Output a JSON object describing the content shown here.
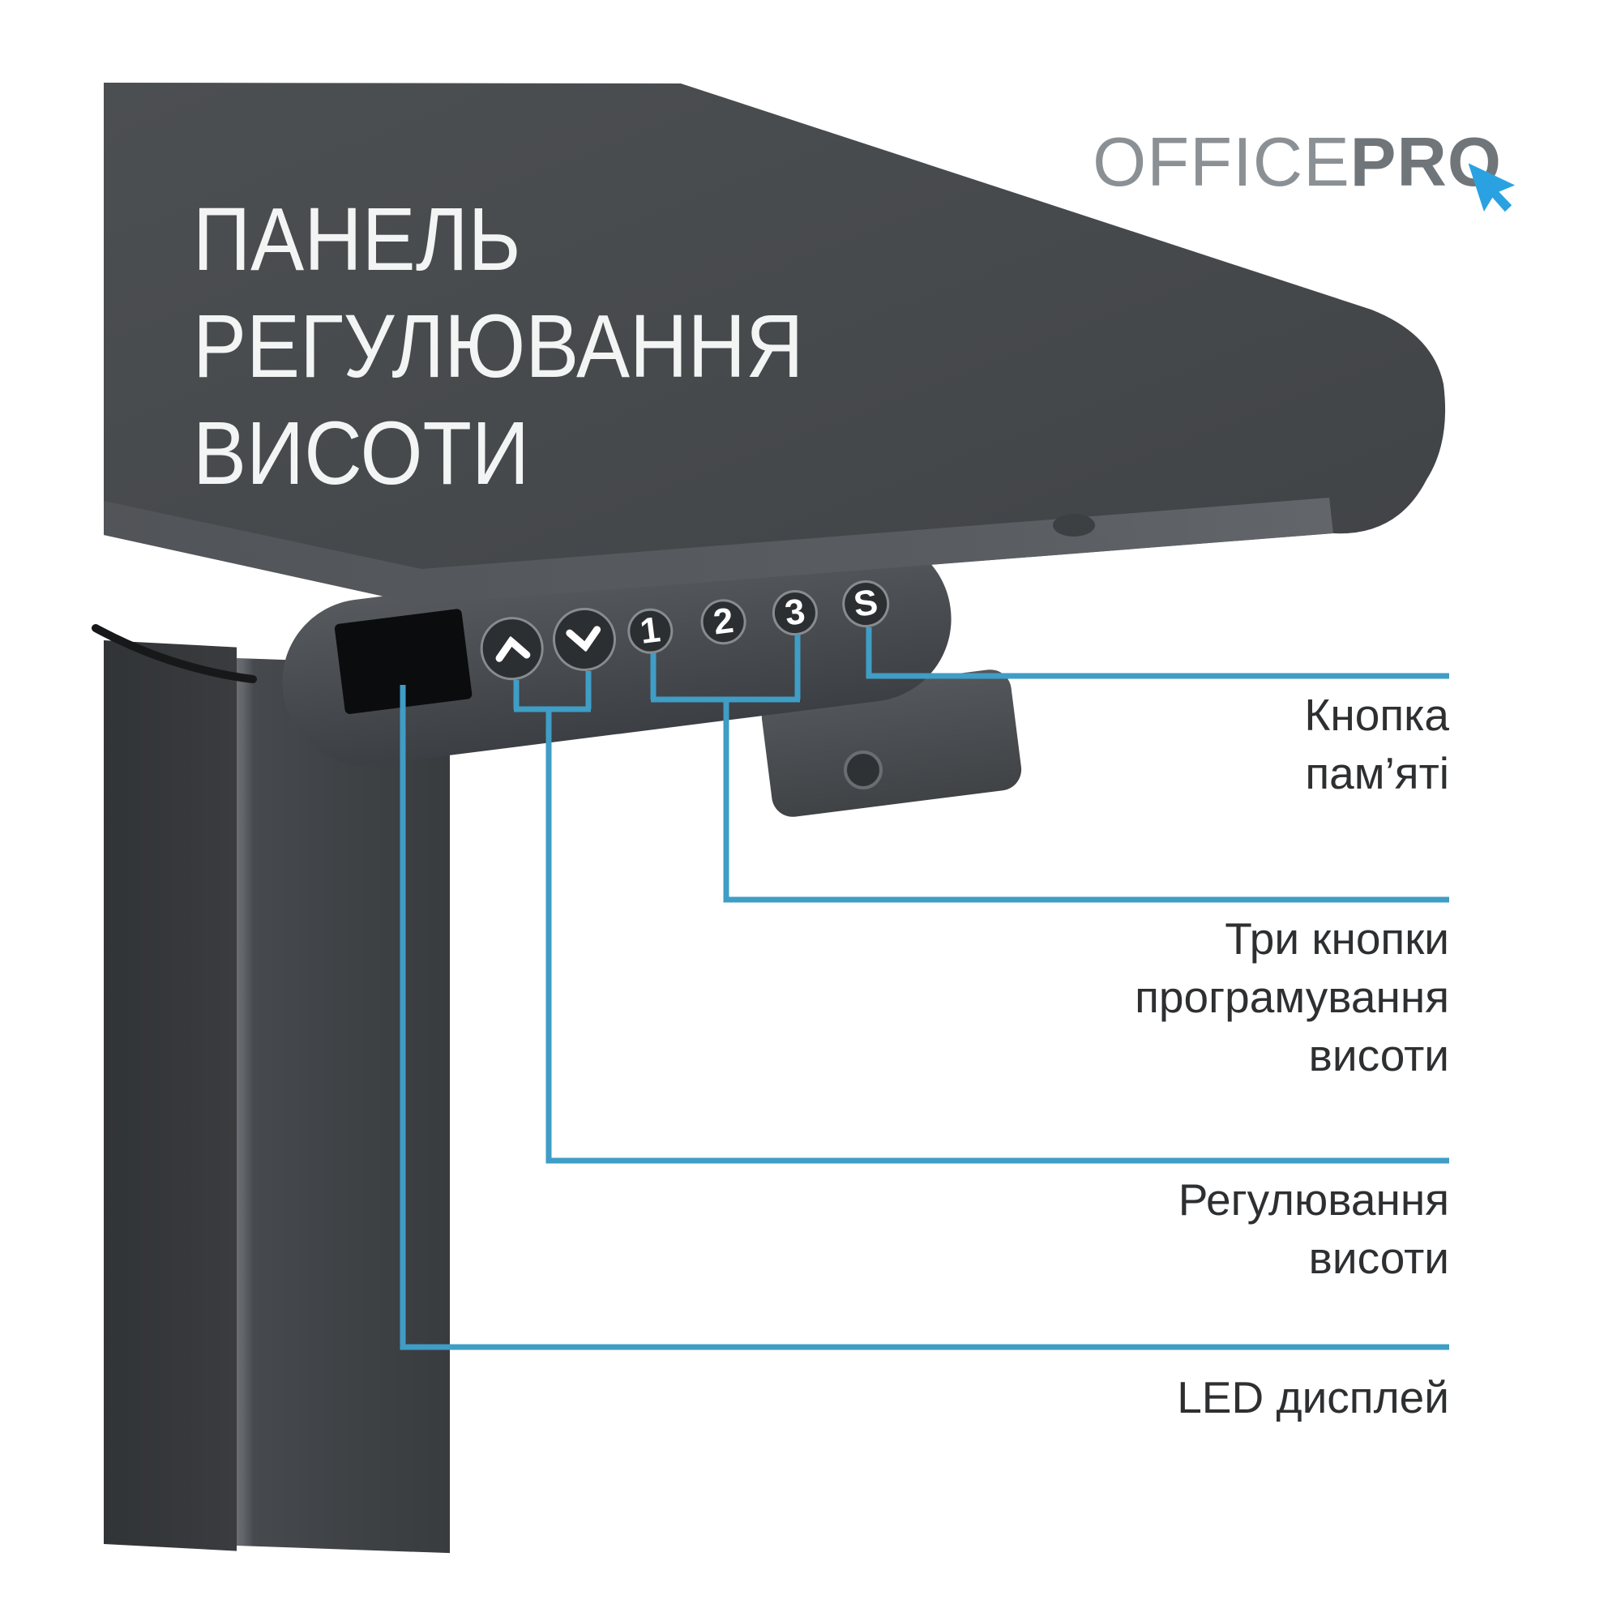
{
  "title": {
    "lines": [
      "ПАНЕЛЬ",
      "РЕГУЛЮВАННЯ",
      "ВИСОТИ"
    ]
  },
  "logo": {
    "text_light": "OFFICE",
    "text_bold": "PRO",
    "cursor_icon": "cursor-arrow",
    "cursor_color": "#2aa2e1"
  },
  "control_panel": {
    "display": {
      "name": "led-display"
    },
    "buttons": {
      "up": {
        "icon": "chevron-up-icon"
      },
      "down": {
        "icon": "chevron-down-icon"
      },
      "preset1": {
        "label": "1"
      },
      "preset2": {
        "label": "2"
      },
      "preset3": {
        "label": "3"
      },
      "memory": {
        "label": "S"
      }
    }
  },
  "callouts": {
    "memory": {
      "lines": [
        "Кнопка",
        "пам’яті"
      ]
    },
    "presets": {
      "lines": [
        "Три кнопки",
        "програмування",
        "висоти"
      ]
    },
    "height": {
      "lines": [
        "Регулювання",
        "висоти"
      ]
    },
    "display": {
      "lines": [
        "LED дисплей"
      ]
    }
  },
  "colors": {
    "callout_line": "#3f9dc6",
    "desk": "#46494c",
    "label_text": "#2d2f31",
    "background": "#ffffff"
  }
}
